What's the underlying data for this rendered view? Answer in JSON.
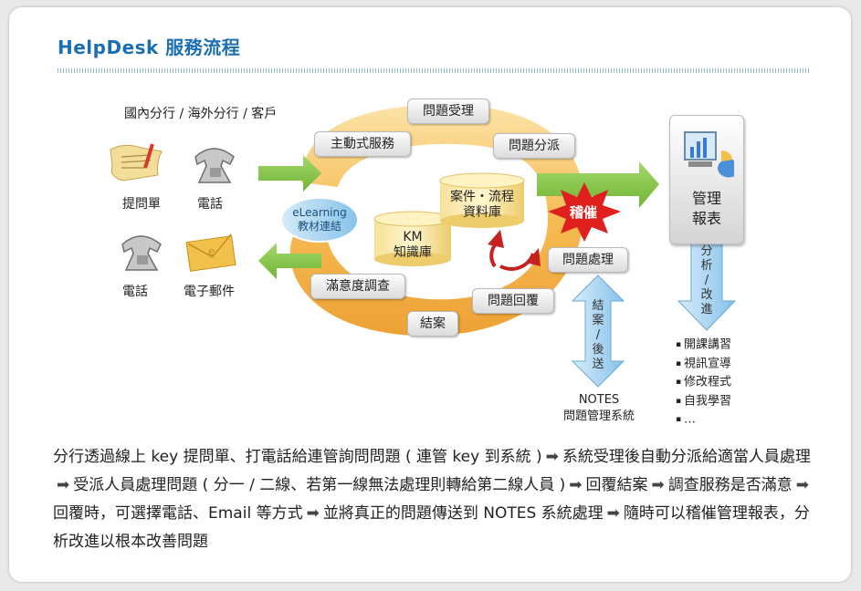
{
  "title": "HelpDesk 服務流程",
  "sources_label": "國內分行 / 海外分行 / 客戶",
  "channels": {
    "form": "提問單",
    "phone_top": "電話",
    "phone_bottom": "電話",
    "email": "電子郵件"
  },
  "cycle_steps": {
    "receive": "問題受理",
    "proactive": "主動式服務",
    "dispatch": "問題分派",
    "handle": "問題處理",
    "reply": "問題回覆",
    "close": "結案",
    "survey": "滿意度調查"
  },
  "elearning": [
    "eLearning",
    "教材連結"
  ],
  "km": [
    "KM",
    "知識庫"
  ],
  "case_db": [
    "案件・流程",
    "資料庫"
  ],
  "urge": "稽催",
  "report": [
    "管理",
    "報表"
  ],
  "analysis_arrow": [
    "分",
    "析",
    "/",
    "改",
    "進"
  ],
  "close_send_arrow": [
    "結",
    "案",
    "/",
    "後",
    "送"
  ],
  "notes": [
    "NOTES",
    "問題管理系統"
  ],
  "improvements": [
    "開課講習",
    "視訊宣導",
    "修改程式",
    "自我學習",
    "…"
  ],
  "description": [
    "分行透過線上 key 提問單、打電話給連管詢問問題 ( 連管 key 到系統 )",
    "系統受理後自動分派給適當人員處理",
    "受派人員處理問題 ( 分一 / 二線、若第一線無法處理則轉給第二線人員 )",
    "回覆結案",
    "調查服務是否滿意",
    "回覆時，可選擇電話、Email 等方式",
    "並將真正的問題傳送到 NOTES 系統處理",
    "隨時可以稽催管理報表，分析改進以根本改善問題"
  ],
  "colors": {
    "title": "#1a6fb4",
    "ring": "#f2a93b",
    "green_arrow": "#7fc141",
    "blue_arrow": "#9fd0ef",
    "urge_star": "#e0201f"
  }
}
